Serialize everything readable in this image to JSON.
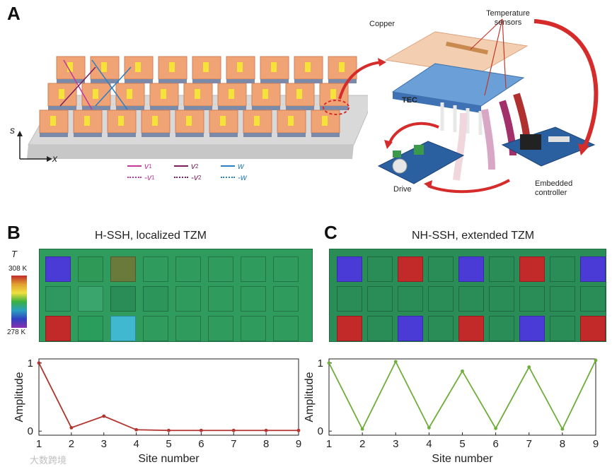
{
  "panel_letters": {
    "a": "A",
    "b": "B",
    "c": "C"
  },
  "panel_a": {
    "axis_s": "s",
    "axis_x": "x",
    "legend": [
      {
        "text": "v",
        "sub": "1",
        "color": "#c2389a",
        "style": "solid"
      },
      {
        "text": "-v",
        "sub": "1",
        "color": "#c2389a",
        "style": "dotted"
      },
      {
        "text": "v",
        "sub": "2",
        "color": "#7a1f5c",
        "style": "solid"
      },
      {
        "text": "-v",
        "sub": "2",
        "color": "#7a1f5c",
        "style": "dotted"
      },
      {
        "text": "w",
        "sub": "",
        "color": "#2a7fc0",
        "style": "solid"
      },
      {
        "text": "-w",
        "sub": "",
        "color": "#2a7fc0",
        "style": "dotted"
      }
    ],
    "labels": {
      "copper": "Copper",
      "temperature_sensors": "Temperature sensors",
      "tec": "TEC",
      "drive": "Drive",
      "embedded_controller": "Embedded controller"
    }
  },
  "panel_b": {
    "title": "H-SSH,  localized TZM",
    "colorbar": {
      "symbol": "T",
      "max_label": "308 K",
      "min_label": "278 K"
    },
    "tiles": [
      [
        "#4a3bd6",
        "#2f9a58",
        "#6a7a3a",
        "#2f9c5e",
        "#2f9c5e",
        "#2f9c5e",
        "#2f9c5e",
        "#2f9c5e"
      ],
      [
        "#2e9860",
        "#3aa56c",
        "#2a8c56",
        "#2b955a",
        "#2f9c5e",
        "#2f9c5e",
        "#2f9c5e",
        "#2f9c5e"
      ],
      [
        "#c22a2a",
        "#2a9d5c",
        "#3fb8d0",
        "#2f9c5e",
        "#2f9c5e",
        "#2f9c5e",
        "#2f9c5e",
        "#2f9c5e"
      ]
    ]
  },
  "panel_c": {
    "title": "NH-SSH, extended TZM",
    "tiles": [
      [
        "#4a3bd6",
        "#2a8c56",
        "#c22a2a",
        "#2a8c56",
        "#4a3bd6",
        "#2a8c56",
        "#c22a2a",
        "#2a8c56",
        "#4a3bd6"
      ],
      [
        "#2a8c56",
        "#2a8c56",
        "#2a8c56",
        "#2a8c56",
        "#2a8c56",
        "#2a8c56",
        "#2a8c56",
        "#2a8c56",
        "#2a8c56"
      ],
      [
        "#c22a2a",
        "#2a8c56",
        "#4a3bd6",
        "#2a8c56",
        "#c22a2a",
        "#2a8c56",
        "#4a3bd6",
        "#2a8c56",
        "#c22a2a"
      ]
    ]
  },
  "chart_data": [
    {
      "type": "line",
      "x": [
        1,
        2,
        3,
        4,
        5,
        6,
        7,
        8,
        9
      ],
      "series": [
        {
          "values": [
            1.0,
            0.05,
            0.22,
            0.02,
            0.01,
            0.01,
            0.01,
            0.01,
            0.01
          ],
          "color": "#b5332e"
        }
      ],
      "xlabel": "Site number",
      "ylabel": "Amplitude",
      "xlim": [
        1,
        9
      ],
      "ylim": [
        0,
        1
      ],
      "xticks": [
        "1",
        "2",
        "3",
        "4",
        "5",
        "6",
        "7",
        "8",
        "9"
      ],
      "yticks": [
        "0",
        "1"
      ],
      "grid": false
    },
    {
      "type": "line",
      "x": [
        1,
        2,
        3,
        4,
        5,
        6,
        7,
        8,
        9
      ],
      "series": [
        {
          "values": [
            1.0,
            0.03,
            1.02,
            0.05,
            0.88,
            0.04,
            0.94,
            0.03,
            1.04
          ],
          "color": "#6fae3a"
        }
      ],
      "xlabel": "Site number",
      "ylabel": "Amplitude",
      "xlim": [
        1,
        9
      ],
      "ylim": [
        0,
        1
      ],
      "xticks": [
        "1",
        "2",
        "3",
        "4",
        "5",
        "6",
        "7",
        "8",
        "9"
      ],
      "yticks": [
        "0",
        "1"
      ],
      "grid": false
    }
  ],
  "watermark": "大数跨境"
}
